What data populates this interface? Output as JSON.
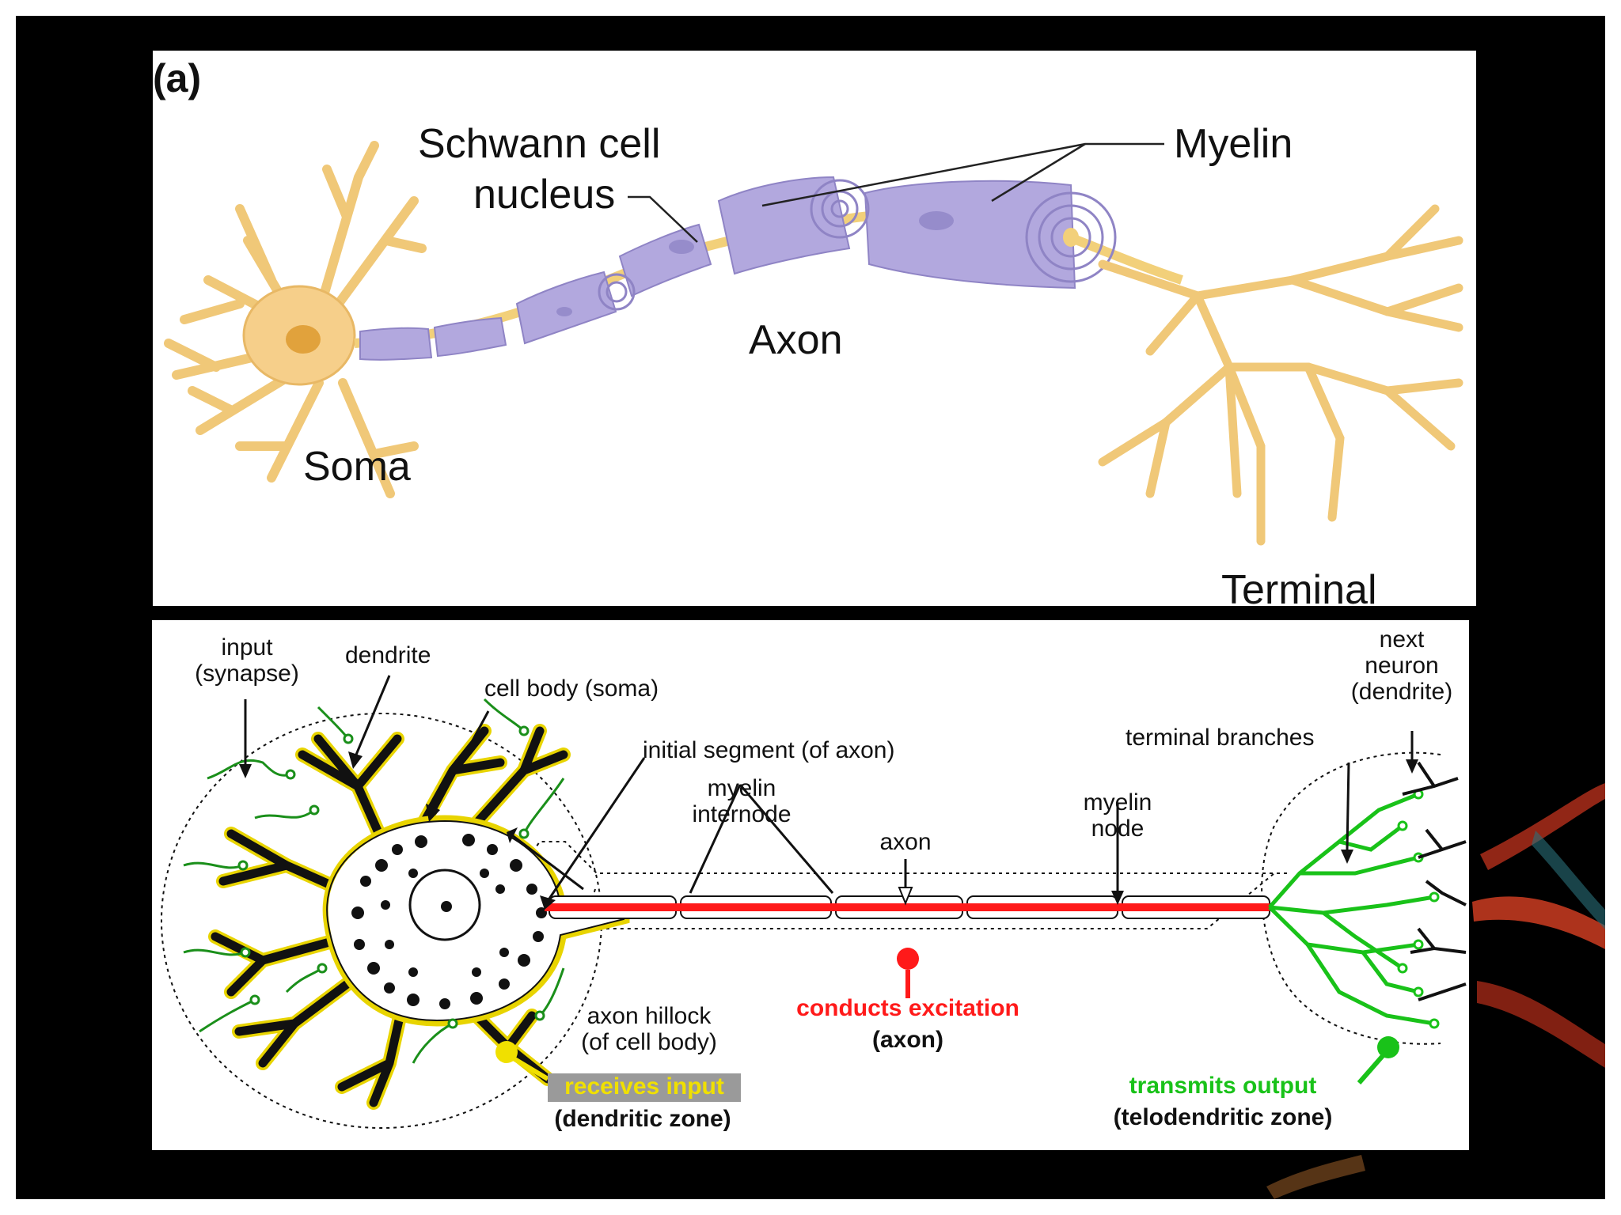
{
  "panel_a": {
    "tag": "(a)",
    "labels": {
      "schwann_line1": "Schwann cell",
      "schwann_line2": "nucleus",
      "myelin": "Myelin",
      "axon": "Axon",
      "soma": "Soma",
      "terminal": "Terminal"
    },
    "colors": {
      "soma": "#f6cf8a",
      "myelin": "#b2a8de",
      "axon_core": "#f2d07a"
    }
  },
  "panel_b": {
    "labels": {
      "input_1": "input",
      "input_2": "(synapse)",
      "dendrite": "dendrite",
      "cell_body": "cell body (soma)",
      "initial_segment": "initial segment (of axon)",
      "myelin_internode_1": "myelin",
      "myelin_internode_2": "internode",
      "axon": "axon",
      "myelin_node_1": "myelin",
      "myelin_node_2": "node",
      "terminal_branches": "terminal branches",
      "next_neuron_1": "next",
      "next_neuron_2": "neuron",
      "next_neuron_3": "(dendrite)",
      "axon_hillock_1": "axon hillock",
      "axon_hillock_2": "(of cell body)",
      "conducts": "conducts excitation",
      "conducts_zone": "(axon)",
      "receives": "receives input",
      "receives_zone": "(dendritic zone)",
      "transmits": "transmits output",
      "transmits_zone": "(telodendritic zone)"
    },
    "colors": {
      "receives": "#f0e000",
      "conducts": "#ff1a1a",
      "transmits": "#19c219",
      "highlight_box": "#9a9a9a"
    }
  }
}
